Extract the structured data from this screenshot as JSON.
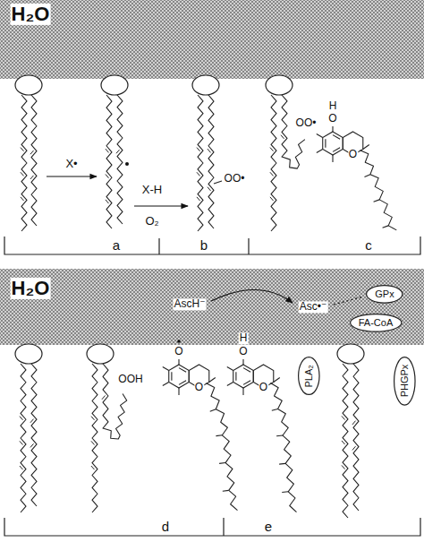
{
  "diagram": {
    "nodes": [
      {
        "text": [
          "GPx"
        ]
      },
      {
        "text": [
          "FA-CoA"
        ]
      },
      {
        "text": [
          "PLA₂"
        ]
      },
      {
        "text": [
          "PHGPx"
        ]
      }
    ],
    "labels": [
      "H₂O",
      "X•",
      "X-H",
      "O₂",
      "OO•",
      "OO•",
      "H",
      "O",
      "O",
      "a",
      "b",
      "c",
      "H₂O",
      "AscH⁻",
      "Asc•⁻",
      "OOH",
      "O",
      "O",
      "H",
      "O",
      "O",
      "d",
      "e"
    ]
  }
}
